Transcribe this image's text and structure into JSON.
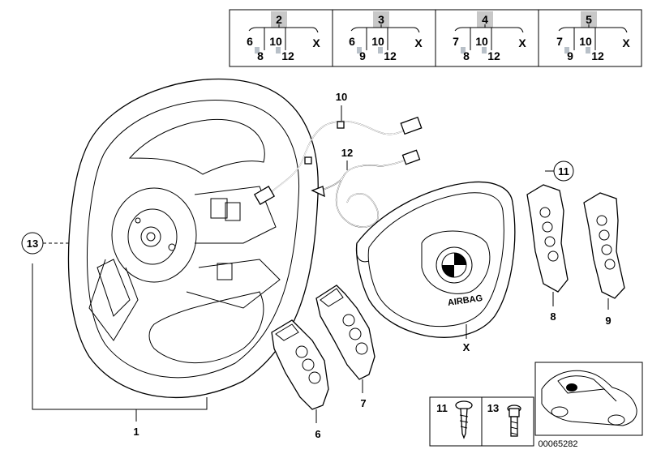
{
  "variant_table": [
    {
      "top": "2",
      "row1": [
        "6",
        "10",
        "X"
      ],
      "row2": [
        "8",
        "12"
      ]
    },
    {
      "top": "3",
      "row1": [
        "6",
        "10",
        "X"
      ],
      "row2": [
        "9",
        "12"
      ]
    },
    {
      "top": "4",
      "row1": [
        "7",
        "10",
        "X"
      ],
      "row2": [
        "8",
        "12"
      ]
    },
    {
      "top": "5",
      "row1": [
        "7",
        "10",
        "X"
      ],
      "row2": [
        "9",
        "12"
      ]
    }
  ],
  "callouts": {
    "steering_wheel": "1",
    "wiring_harness": "10",
    "cable": "12",
    "airbag": "X",
    "button_left_a": "6",
    "button_left_b": "7",
    "button_right_a": "8",
    "button_right_b": "9",
    "circled_11": "11",
    "circled_13": "13"
  },
  "fastener_box": {
    "screw_label": "11",
    "bolt_label": "13"
  },
  "airbag_text": "AIRBAG",
  "reference_number": "00065282",
  "colors": {
    "highlight": "#c8c8c8",
    "line": "#000000"
  }
}
